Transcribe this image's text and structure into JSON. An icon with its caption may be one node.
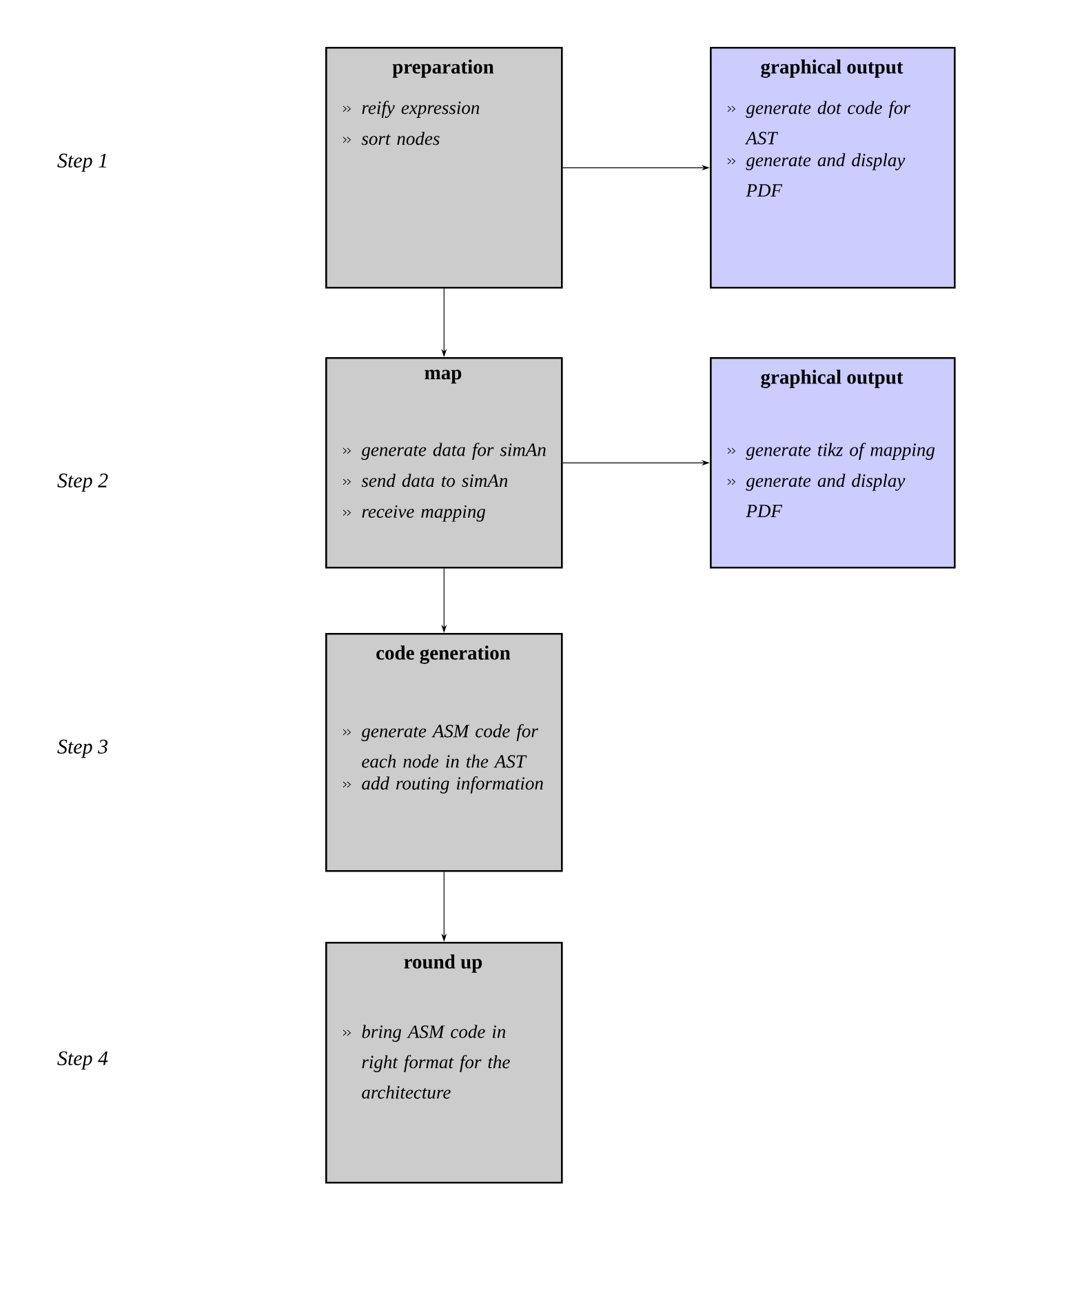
{
  "diagram": {
    "nodes": [
      {
        "text": [
          "preparation",
          "reify expression",
          "sort nodes"
        ]
      },
      {
        "text": [
          "graphical output",
          "generate dot code for AST",
          "generate and display PDF"
        ]
      },
      {
        "text": [
          "map",
          "generate data for simAn",
          "send data to simAn",
          "receive mapping"
        ]
      },
      {
        "text": [
          "graphical output",
          "generate tikz of mapping",
          "generate and display PDF"
        ]
      },
      {
        "text": [
          "code generation",
          "generate ASM code for each node in the AST",
          "add routing information"
        ]
      },
      {
        "text": [
          "round up",
          "bring ASM code in right format for the architecture"
        ]
      }
    ],
    "edges": [
      {
        "from": 0,
        "to": 1,
        "arrow": "to"
      },
      {
        "from": 0,
        "to": 2,
        "arrow": "to"
      },
      {
        "from": 2,
        "to": 3,
        "arrow": "to"
      },
      {
        "from": 2,
        "to": 4,
        "arrow": "to"
      },
      {
        "from": 4,
        "to": 5,
        "arrow": "to"
      }
    ],
    "labels": [
      "Step 1",
      "Step 2",
      "Step 3",
      "Step 4"
    ]
  }
}
